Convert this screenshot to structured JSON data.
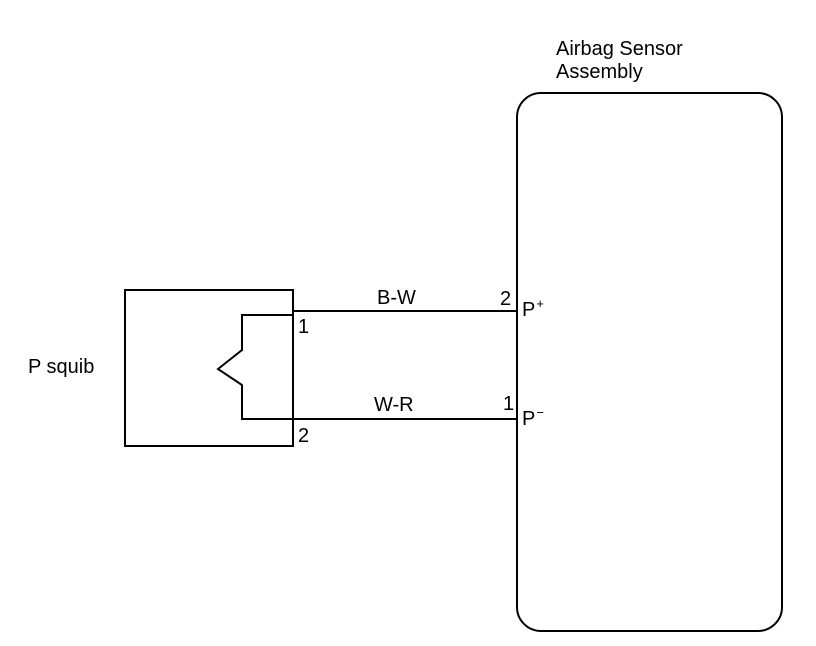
{
  "sensor_assembly": {
    "title_line1": "Airbag Sensor",
    "title_line2": "Assembly",
    "terminals": [
      {
        "number": "2",
        "name": "P",
        "polarity": "+"
      },
      {
        "number": "1",
        "name": "P",
        "polarity": "−"
      }
    ]
  },
  "squib": {
    "label": "P squib",
    "terminals": [
      {
        "number": "1"
      },
      {
        "number": "2"
      }
    ]
  },
  "wires": [
    {
      "label": "B-W"
    },
    {
      "label": "W-R"
    }
  ],
  "colors": {
    "line": "#000000",
    "background": "#ffffff"
  }
}
